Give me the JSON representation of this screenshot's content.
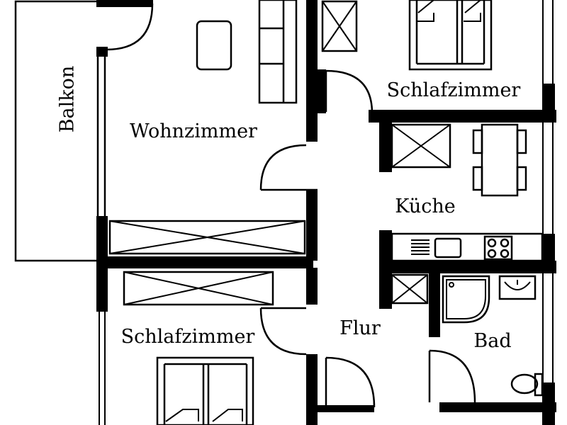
{
  "floorplan": {
    "rooms": {
      "balcony": "Balkon",
      "living_room": "Wohnzimmer",
      "bedroom_top": "Schlafzimmer",
      "kitchen": "Küche",
      "bedroom_bottom": "Schlafzimmer",
      "hallway": "Flur",
      "bathroom": "Bad"
    },
    "colors": {
      "wall": "#000000",
      "floor": "#ffffff"
    }
  }
}
